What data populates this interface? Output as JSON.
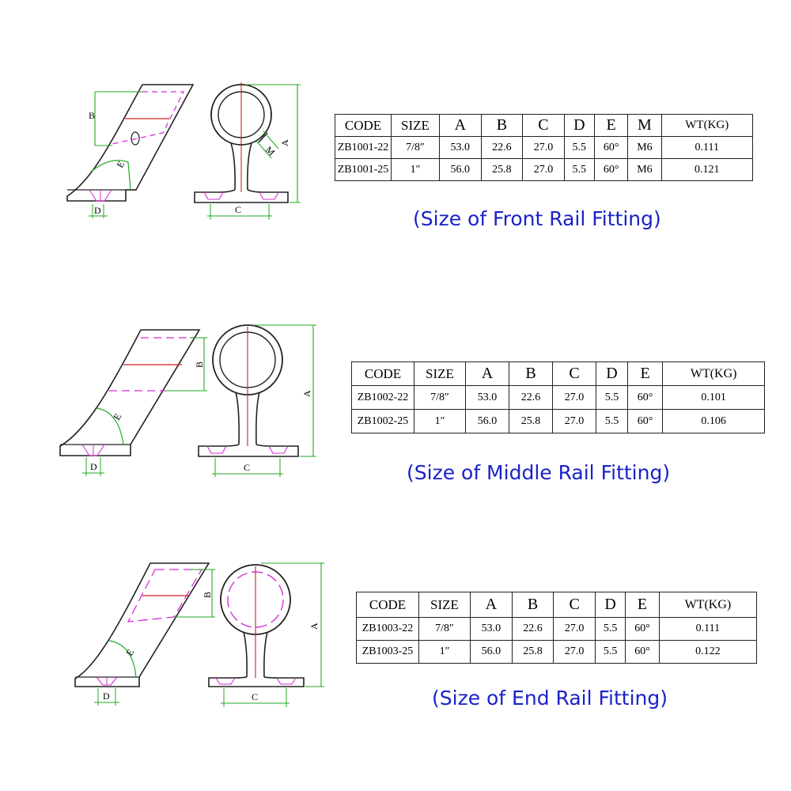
{
  "sections": [
    {
      "caption": "(Size of Front Rail Fitting)",
      "dim_labels": {
        "a": "A",
        "b": "B",
        "c": "C",
        "d": "D",
        "e": "E",
        "m": "M"
      },
      "table": {
        "headers": [
          "CODE",
          "SIZE",
          "A",
          "B",
          "C",
          "D",
          "E",
          "M",
          "WT(KG)"
        ],
        "rows": [
          [
            "ZB1001-22",
            "7/8″",
            "53.0",
            "22.6",
            "27.0",
            "5.5",
            "60°",
            "M6",
            "0.111"
          ],
          [
            "ZB1001-25",
            "1″",
            "56.0",
            "25.8",
            "27.0",
            "5.5",
            "60°",
            "M6",
            "0.121"
          ]
        ]
      }
    },
    {
      "caption": "(Size of Middle Rail Fitting)",
      "dim_labels": {
        "a": "A",
        "b": "B",
        "c": "C",
        "d": "D",
        "e": "E"
      },
      "table": {
        "headers": [
          "CODE",
          "SIZE",
          "A",
          "B",
          "C",
          "D",
          "E",
          "WT(KG)"
        ],
        "rows": [
          [
            "ZB1002-22",
            "7/8″",
            "53.0",
            "22.6",
            "27.0",
            "5.5",
            "60°",
            "0.101"
          ],
          [
            "ZB1002-25",
            "1″",
            "56.0",
            "25.8",
            "27.0",
            "5.5",
            "60°",
            "0.106"
          ]
        ]
      }
    },
    {
      "caption": "(Size of End Rail Fitting)",
      "dim_labels": {
        "a": "A",
        "b": "B",
        "c": "C",
        "d": "D",
        "e": "E"
      },
      "table": {
        "headers": [
          "CODE",
          "SIZE",
          "A",
          "B",
          "C",
          "D",
          "E",
          "WT(KG)"
        ],
        "rows": [
          [
            "ZB1003-22",
            "7/8″",
            "53.0",
            "22.6",
            "27.0",
            "5.5",
            "60°",
            "0.111"
          ],
          [
            "ZB1003-25",
            "1″",
            "56.0",
            "25.8",
            "27.0",
            "5.5",
            "60°",
            "0.122"
          ]
        ]
      }
    }
  ]
}
